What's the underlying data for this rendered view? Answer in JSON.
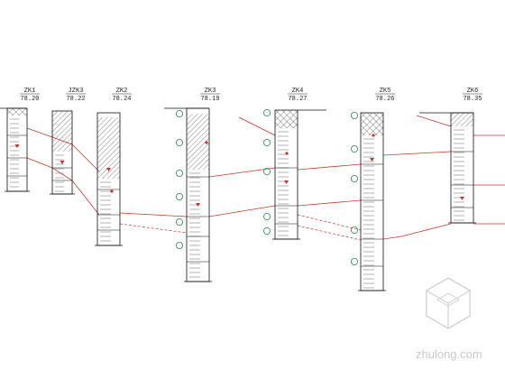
{
  "boreholes": [
    {
      "id": "ZK1",
      "elevation": "78.20"
    },
    {
      "id": "JZK3",
      "elevation": "78.22"
    },
    {
      "id": "ZK2",
      "elevation": "78.24"
    },
    {
      "id": "ZK3",
      "elevation": "78.19"
    },
    {
      "id": "ZK4",
      "elevation": "78.27"
    },
    {
      "id": "ZK5",
      "elevation": "78.26"
    },
    {
      "id": "ZK6",
      "elevation": "78.35"
    }
  ],
  "colors": {
    "line": "#111111",
    "row": "#666666",
    "boundary": "#c0392b",
    "marker": "#2e8b57",
    "hatch": "#333333",
    "watermark": "#d2d2d2"
  },
  "watermark": {
    "text": "zhulong.com",
    "icon": "zhulong-logo-icon"
  }
}
